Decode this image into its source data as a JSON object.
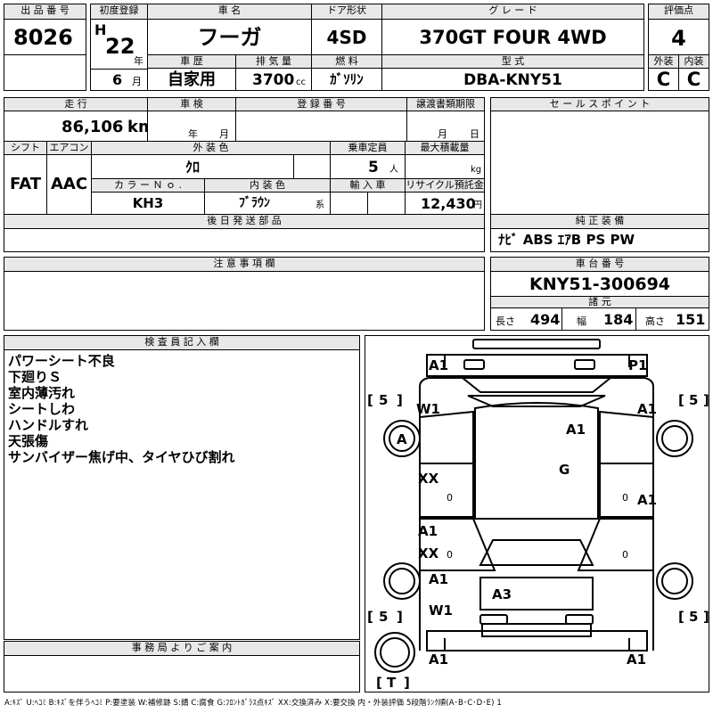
{
  "lot": {
    "label": "出 品 番 号",
    "value": "8026"
  },
  "reg": {
    "label": "初度登録",
    "era": "H",
    "year": "22",
    "year_unit": "年",
    "month": "6",
    "month_unit": "月"
  },
  "car_name": {
    "label": "車 名",
    "value": "フーガ"
  },
  "door": {
    "label": "ドア形状",
    "value": "4SD"
  },
  "grade": {
    "label": "グ レ ー ド",
    "value": "370GT FOUR 4WD"
  },
  "score": {
    "label": "評価点",
    "value": "4"
  },
  "history": {
    "label": "車 歴",
    "value": "自家用"
  },
  "displacement": {
    "label": "排 気 量",
    "value": "3700",
    "unit": "cc"
  },
  "fuel": {
    "label": "燃 料",
    "value": "ｶﾞｿﾘﾝ"
  },
  "model": {
    "label": "型 式",
    "value": "DBA-KNY51"
  },
  "exterior": {
    "label": "外装",
    "value": "C"
  },
  "interior": {
    "label": "内装",
    "value": "C"
  },
  "mileage": {
    "label": "走 行",
    "value": "86,106",
    "unit": "km"
  },
  "inspection": {
    "label": "車 検",
    "year_unit": "年",
    "month_unit": "月"
  },
  "plate": {
    "label": "登 録 番 号"
  },
  "transfer": {
    "label": "譲渡書類期限",
    "month_unit": "月",
    "day_unit": "日"
  },
  "sales_points": {
    "label": "セ ー ル ス ポ イ ン ト"
  },
  "shift": {
    "label": "シフト",
    "value": "FAT"
  },
  "aircon": {
    "label": "エアコン",
    "value": "AAC"
  },
  "color": {
    "label": "外 装 色",
    "value": "ｸﾛ"
  },
  "capacity": {
    "label": "乗車定員",
    "value": "5",
    "unit": "人"
  },
  "max_load": {
    "label": "最大積載量",
    "unit": "kg"
  },
  "color_no": {
    "label": "カ ラ ー Ｎ ｏ .",
    "value": "KH3"
  },
  "int_color": {
    "label": "内 装 色",
    "value": "ﾌﾞﾗｳﾝ",
    "unit": "系"
  },
  "import": {
    "label": "輸 入 車"
  },
  "recycle": {
    "label": "リサイクル預託金",
    "value": "12,430",
    "unit": "円"
  },
  "later_parts": {
    "label": "後 日 発 送 部 品"
  },
  "equipment": {
    "label": "純 正 装 備",
    "value": "ﾅﾋﾞ ABS ｴｱB PS PW"
  },
  "cautions": {
    "label": "注 意 事 項 欄"
  },
  "chassis": {
    "label": "車 台 番 号",
    "value": "KNY51-300694"
  },
  "specs": {
    "label": "諸 元",
    "length_label": "長さ",
    "length": "494",
    "width_label": "幅",
    "width": "184",
    "height_label": "高さ",
    "height": "151"
  },
  "inspector": {
    "label": "検 査 員 記 入 欄",
    "notes": [
      "パワーシート不良",
      "下廻りＳ",
      "室内薄汚れ",
      "シートしわ",
      "ハンドルすれ",
      "天張傷",
      "サンバイザー焦げ中、タイヤひび割れ"
    ]
  },
  "office": {
    "label": "事 務 局 よ り ご 案 内"
  },
  "diagram": {
    "fl_hood": "A1",
    "fr_corner": "P1",
    "tire_fl": "5",
    "tire_fr": "5",
    "tire_rl": "5",
    "tire_rr": "5",
    "tire_spare": "T",
    "fl_fender": "W1",
    "fr_fender": "A1",
    "fl_wheel": "A",
    "roof": "A1",
    "glass": "G",
    "front_door_l": "XX",
    "front_door_l_zero": "0",
    "front_door_r": "A1",
    "front_door_r_zero": "0",
    "rear_door_l_1": "A1",
    "rear_door_l_2": "XX",
    "rear_door_l_zero": "0",
    "rear_door_r_zero": "0",
    "rl_quarter_1": "A1",
    "rl_quarter_2": "W1",
    "trunk": "A3",
    "rear_l": "A1",
    "rear_r": "A1"
  },
  "legend": "A:ｷｽﾞ U:ﾍｺﾐ B:ｷｽﾞを伴うﾍｺﾐ P:要塗装 W:補修跡 S:錆 C:腐食 G:ﾌﾛﾝﾄｶﾞﾗｽ点ｷｽﾞ XX:交換済み X:要交換 内・外装評価 5段階ﾗﾝｸ順(A･B･C･D･E) 1"
}
